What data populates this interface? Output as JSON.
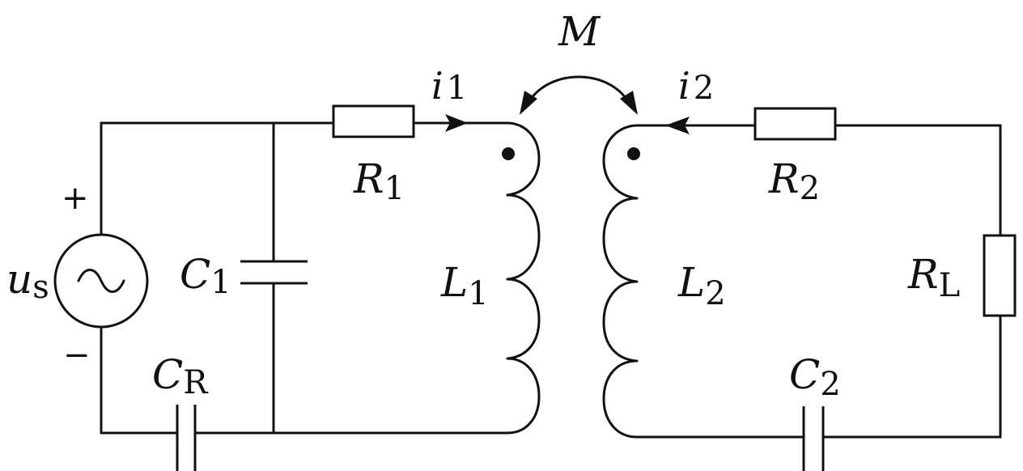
{
  "labels": {
    "mutual": {
      "main": "M"
    },
    "i1": {
      "main": "i",
      "sub": "1"
    },
    "i2": {
      "main": "i",
      "sub": "2"
    },
    "r1": {
      "main": "R",
      "sub": "1"
    },
    "r2": {
      "main": "R",
      "sub": "2"
    },
    "rl": {
      "main": "R",
      "sub": "L"
    },
    "l1": {
      "main": "L",
      "sub": "1"
    },
    "l2": {
      "main": "L",
      "sub": "2"
    },
    "c1": {
      "main": "C",
      "sub": "1"
    },
    "c2": {
      "main": "C",
      "sub": "2"
    },
    "cr": {
      "main": "C",
      "sub": "R"
    },
    "us": {
      "main": "u",
      "sub": "s"
    },
    "plus": "+",
    "minus": "−",
    "source_symbol": "~"
  }
}
